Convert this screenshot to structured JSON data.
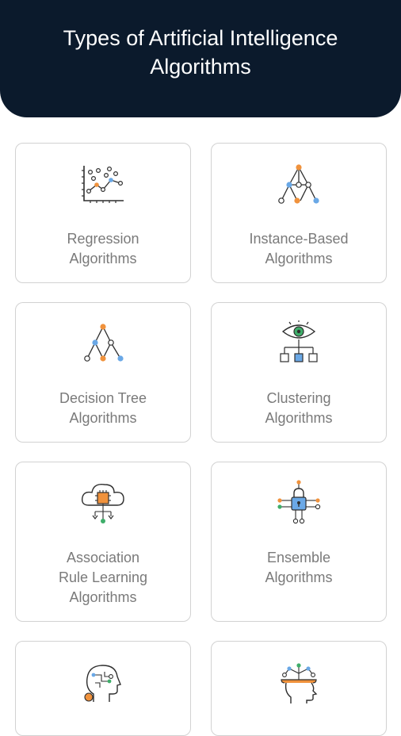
{
  "header": {
    "title": "Types of Artificial Intelligence Algorithms"
  },
  "colors": {
    "header_bg": "#0b1a2c",
    "orange": "#f0923c",
    "blue": "#6aa8e6",
    "green": "#3fae6a",
    "line": "#2e2e2e"
  },
  "cards": [
    {
      "label": "Regression\nAlgorithms",
      "icon": "scatter-plot-icon"
    },
    {
      "label": "Instance-Based\nAlgorithms",
      "icon": "network-tree-icon"
    },
    {
      "label": "Decision Tree\nAlgorithms",
      "icon": "decision-tree-icon"
    },
    {
      "label": "Clustering\nAlgorithms",
      "icon": "eye-hierarchy-icon"
    },
    {
      "label": "Association\nRule Learning\nAlgorithms",
      "icon": "cloud-chip-icon"
    },
    {
      "label": "Ensemble\nAlgorithms",
      "icon": "lock-circuit-icon"
    },
    {
      "label": "",
      "icon": "brain-head-icon"
    },
    {
      "label": "",
      "icon": "open-head-network-icon"
    }
  ]
}
